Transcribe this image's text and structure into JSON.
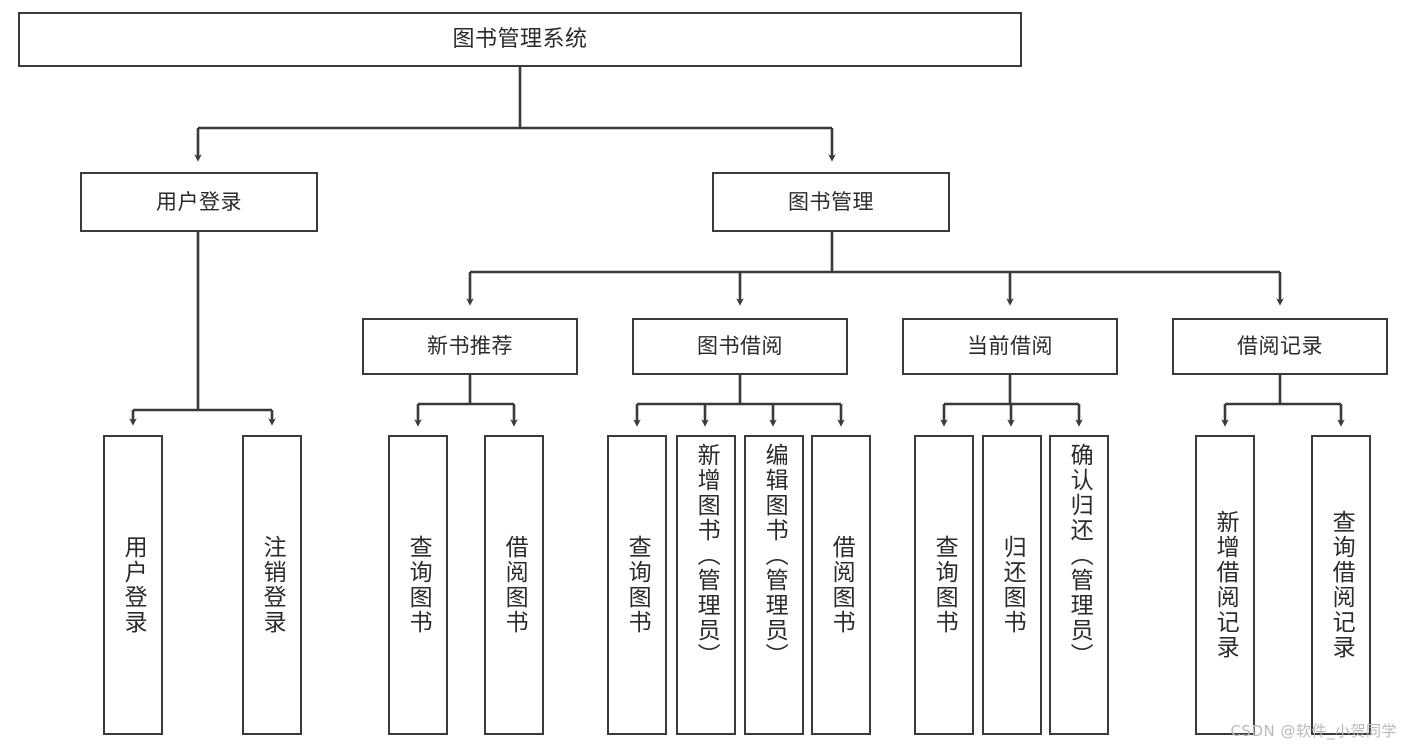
{
  "diagram": {
    "title": "图书管理系统",
    "type": "tree-hierarchy",
    "root": {
      "label": "图书管理系统"
    },
    "level2": [
      {
        "label": "用户登录"
      },
      {
        "label": "图书管理"
      }
    ],
    "level3": [
      {
        "label": "新书推荐"
      },
      {
        "label": "图书借阅"
      },
      {
        "label": "当前借阅"
      },
      {
        "label": "借阅记录"
      }
    ],
    "leaves": {
      "user_login": [
        {
          "label": "用户登录"
        },
        {
          "label": "注销登录"
        }
      ],
      "new_book": [
        {
          "label": "查询图书"
        },
        {
          "label": "借阅图书"
        }
      ],
      "borrow_book": [
        {
          "label": "查询图书"
        },
        {
          "label": "新增图书（管理员）"
        },
        {
          "label": "编辑图书（管理员）"
        },
        {
          "label": "借阅图书"
        }
      ],
      "current_borrow": [
        {
          "label": "查询图书"
        },
        {
          "label": "归还图书"
        },
        {
          "label": "确认归还（管理员）"
        }
      ],
      "borrow_record": [
        {
          "label": "新增借阅记录"
        },
        {
          "label": "查询借阅记录"
        }
      ]
    },
    "watermark": "CSDN @软件_小贺同学",
    "colors": {
      "stroke": "#3a3a3a",
      "fill": "#ffffff",
      "text": "#2b2b2b",
      "watermark": "#b9b9b9"
    }
  }
}
